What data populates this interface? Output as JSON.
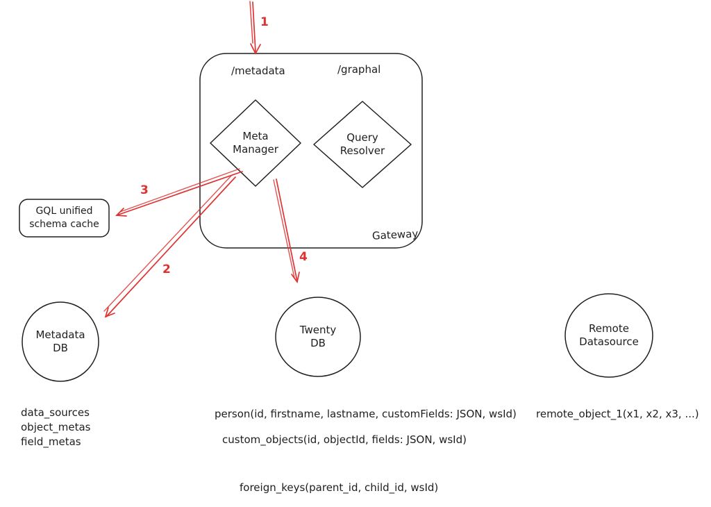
{
  "colors": {
    "stroke": "#1e1e1e",
    "arrow_red": "#e03131",
    "background": "#ffffff"
  },
  "gateway": {
    "label": "Gateway",
    "route_metadata": "/metadata",
    "route_graphql": "/graphal",
    "meta_manager": {
      "line1": "Meta",
      "line2": "Manager"
    },
    "query_resolver": {
      "line1": "Query",
      "line2": "Resolver"
    }
  },
  "schema_cache": {
    "line1": "GQL unified",
    "line2": "schema cache"
  },
  "databases": {
    "metadata_db": {
      "line1": "Metadata",
      "line2": "DB"
    },
    "twenty_db": {
      "line1": "Twenty",
      "line2": "DB"
    },
    "remote_datasource": {
      "line1": "Remote",
      "line2": "Datasource"
    }
  },
  "arrow_labels": {
    "step1": "1",
    "step2": "2",
    "step3": "3",
    "step4": "4"
  },
  "schemas": {
    "metadata_db_tables": [
      "data_sources",
      "object_metas",
      "field_metas"
    ],
    "twenty_db_person": "person(id, firstname, lastname, customFields: JSON, wsId)",
    "twenty_db_custom_objects": "custom_objects(id, objectId, fields: JSON, wsId)",
    "twenty_db_foreign_keys": "foreign_keys(parent_id, child_id, wsId)",
    "remote_object": "remote_object_1(x1, x2, x3, ...)"
  }
}
